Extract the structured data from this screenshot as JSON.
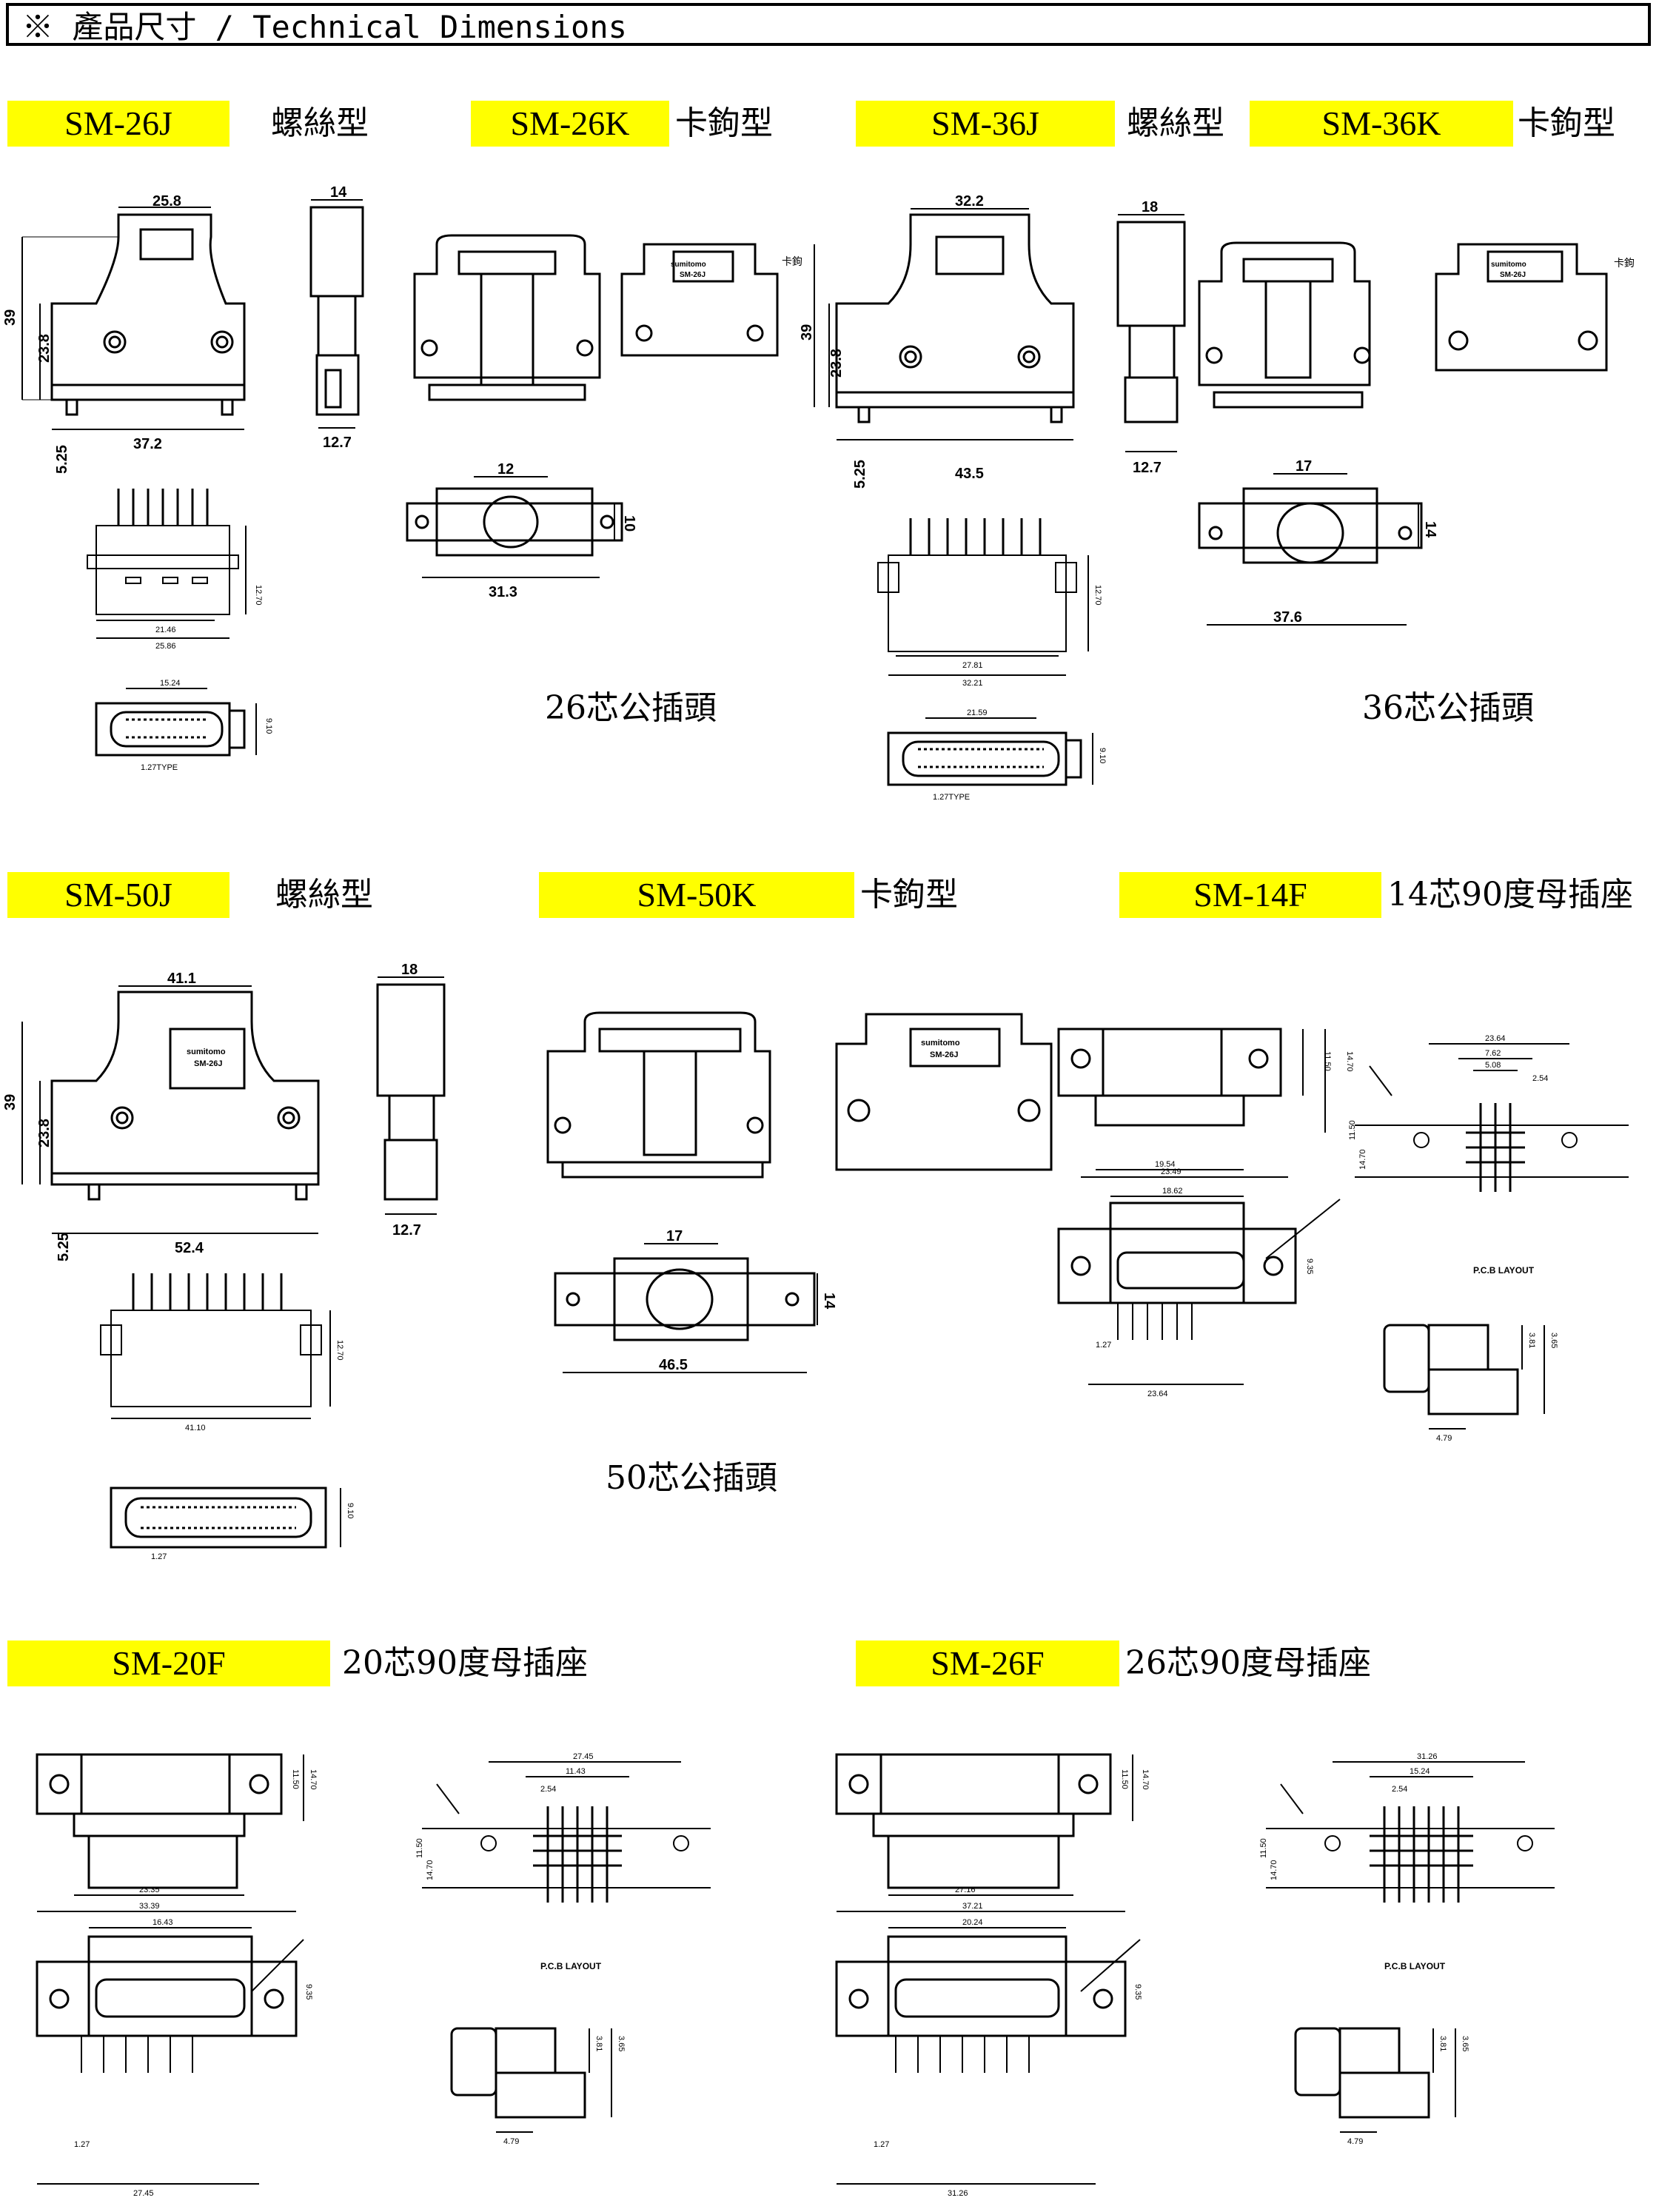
{
  "header": {
    "symbol": "※",
    "title": "產品尺寸 / Technical Dimensions"
  },
  "models": [
    {
      "code": "SM-26J",
      "type": "螺絲型"
    },
    {
      "code": "SM-26K",
      "type": "卡鉤型"
    },
    {
      "code": "SM-36J",
      "type": "螺絲型"
    },
    {
      "code": "SM-36K",
      "type": "卡鉤型"
    },
    {
      "code": "SM-50J",
      "type": "螺絲型"
    },
    {
      "code": "SM-50K",
      "type": "卡鉤型"
    },
    {
      "code": "SM-14F",
      "type": "14芯90度母插座"
    },
    {
      "code": "SM-20F",
      "type": "20芯90度母插座"
    },
    {
      "code": "SM-26F",
      "type": "26芯90度母插座"
    }
  ],
  "captions": {
    "c26": "26芯公插頭",
    "c36": "36芯公插頭",
    "c50": "50芯公插頭"
  },
  "labels": {
    "hook": "卡鉤",
    "brand": "sumitomo",
    "part": "SM-26J",
    "pcb": "P.C.B LAYOUT",
    "pitch": "1.27TYPE"
  },
  "dims": {
    "sm26j": {
      "top": "25.8",
      "h": "39",
      "h2": "23.8",
      "bottom": "37.2",
      "foot": "5.25",
      "side": "14",
      "side_b": "12.7",
      "pin_w1": "21.46",
      "pin_w2": "25.86",
      "pin_h": "12.70",
      "plug_w": "15.24",
      "plug_h": "9.10"
    },
    "sm26k": {
      "top": "12",
      "bottom": "31.3",
      "h": "10"
    },
    "sm36j": {
      "top": "32.2",
      "h": "39",
      "h2": "23.8",
      "bottom": "43.5",
      "foot": "5.25",
      "side": "18",
      "side_b": "12.7",
      "pin_w1": "27.81",
      "pin_w2": "32.21",
      "pin_h": "12.70",
      "plug_w": "21.59",
      "plug_h": "9.10"
    },
    "sm36k": {
      "top": "17",
      "bottom": "37.6",
      "h": "14"
    },
    "sm50j": {
      "top": "41.1",
      "h": "39",
      "h2": "23.8",
      "bottom": "52.4",
      "foot": "5.25",
      "side": "18",
      "side_b": "12.7",
      "pin_w1": "41.10",
      "pin_h": "12.70",
      "plug_h": "9.10",
      "pitch": "1.27"
    },
    "sm50k": {
      "top": "17",
      "bottom": "46.5",
      "h": "14"
    },
    "sm14f": {
      "w1": "19.54",
      "w2": "23.49",
      "w3": "18.62",
      "w4": "23.64",
      "h1": "11.50",
      "h2": "14.70",
      "h3": "9.35",
      "p": "1.27",
      "pw": "23.64",
      "pw2": "7.62",
      "pw3": "5.08",
      "pw4": "2.54",
      "ph": "11.50",
      "ph2": "14.70",
      "sw": "4.79",
      "sh1": "3.81",
      "sh2": "3.65"
    },
    "sm20f": {
      "w1": "23.35",
      "w2": "33.39",
      "w3": "16.43",
      "w4": "27.45",
      "h1": "11.50",
      "h2": "14.70",
      "h3": "9.35",
      "p": "1.27",
      "pw": "27.45",
      "pw2": "11.43",
      "pw4": "2.54",
      "ph": "11.50",
      "ph2": "14.70",
      "sw": "4.79",
      "sh1": "3.81",
      "sh2": "3.65"
    },
    "sm26f": {
      "w1": "27.16",
      "w2": "37.21",
      "w3": "20.24",
      "w4": "31.26",
      "h1": "11.50",
      "h2": "14.70",
      "h3": "9.35",
      "p": "1.27",
      "pw": "31.26",
      "pw2": "15.24",
      "pw4": "2.54",
      "ph": "11.50",
      "ph2": "14.70",
      "sw": "4.79",
      "sh1": "3.81",
      "sh2": "3.65"
    }
  }
}
